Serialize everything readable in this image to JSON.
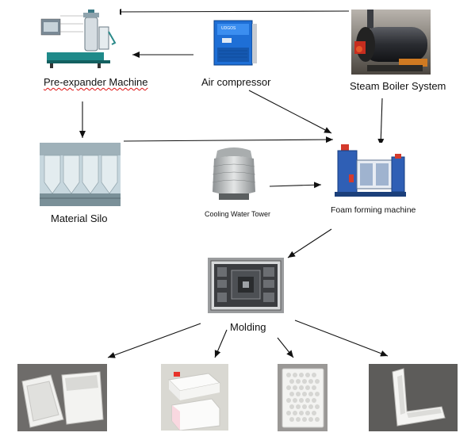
{
  "nodes": {
    "pre_expander": "Pre-expander Machine",
    "air_compressor": "Air compressor",
    "steam_boiler": "Steam Boiler System",
    "material_silo": "Material Silo",
    "cooling_tower": "Cooling Water Tower",
    "foam_forming": "Foam forming machine",
    "molding": "Molding"
  },
  "compressor_badge": "UDGOS",
  "colors": {
    "arrow": "#111111",
    "label_underline": "#dd1111"
  }
}
